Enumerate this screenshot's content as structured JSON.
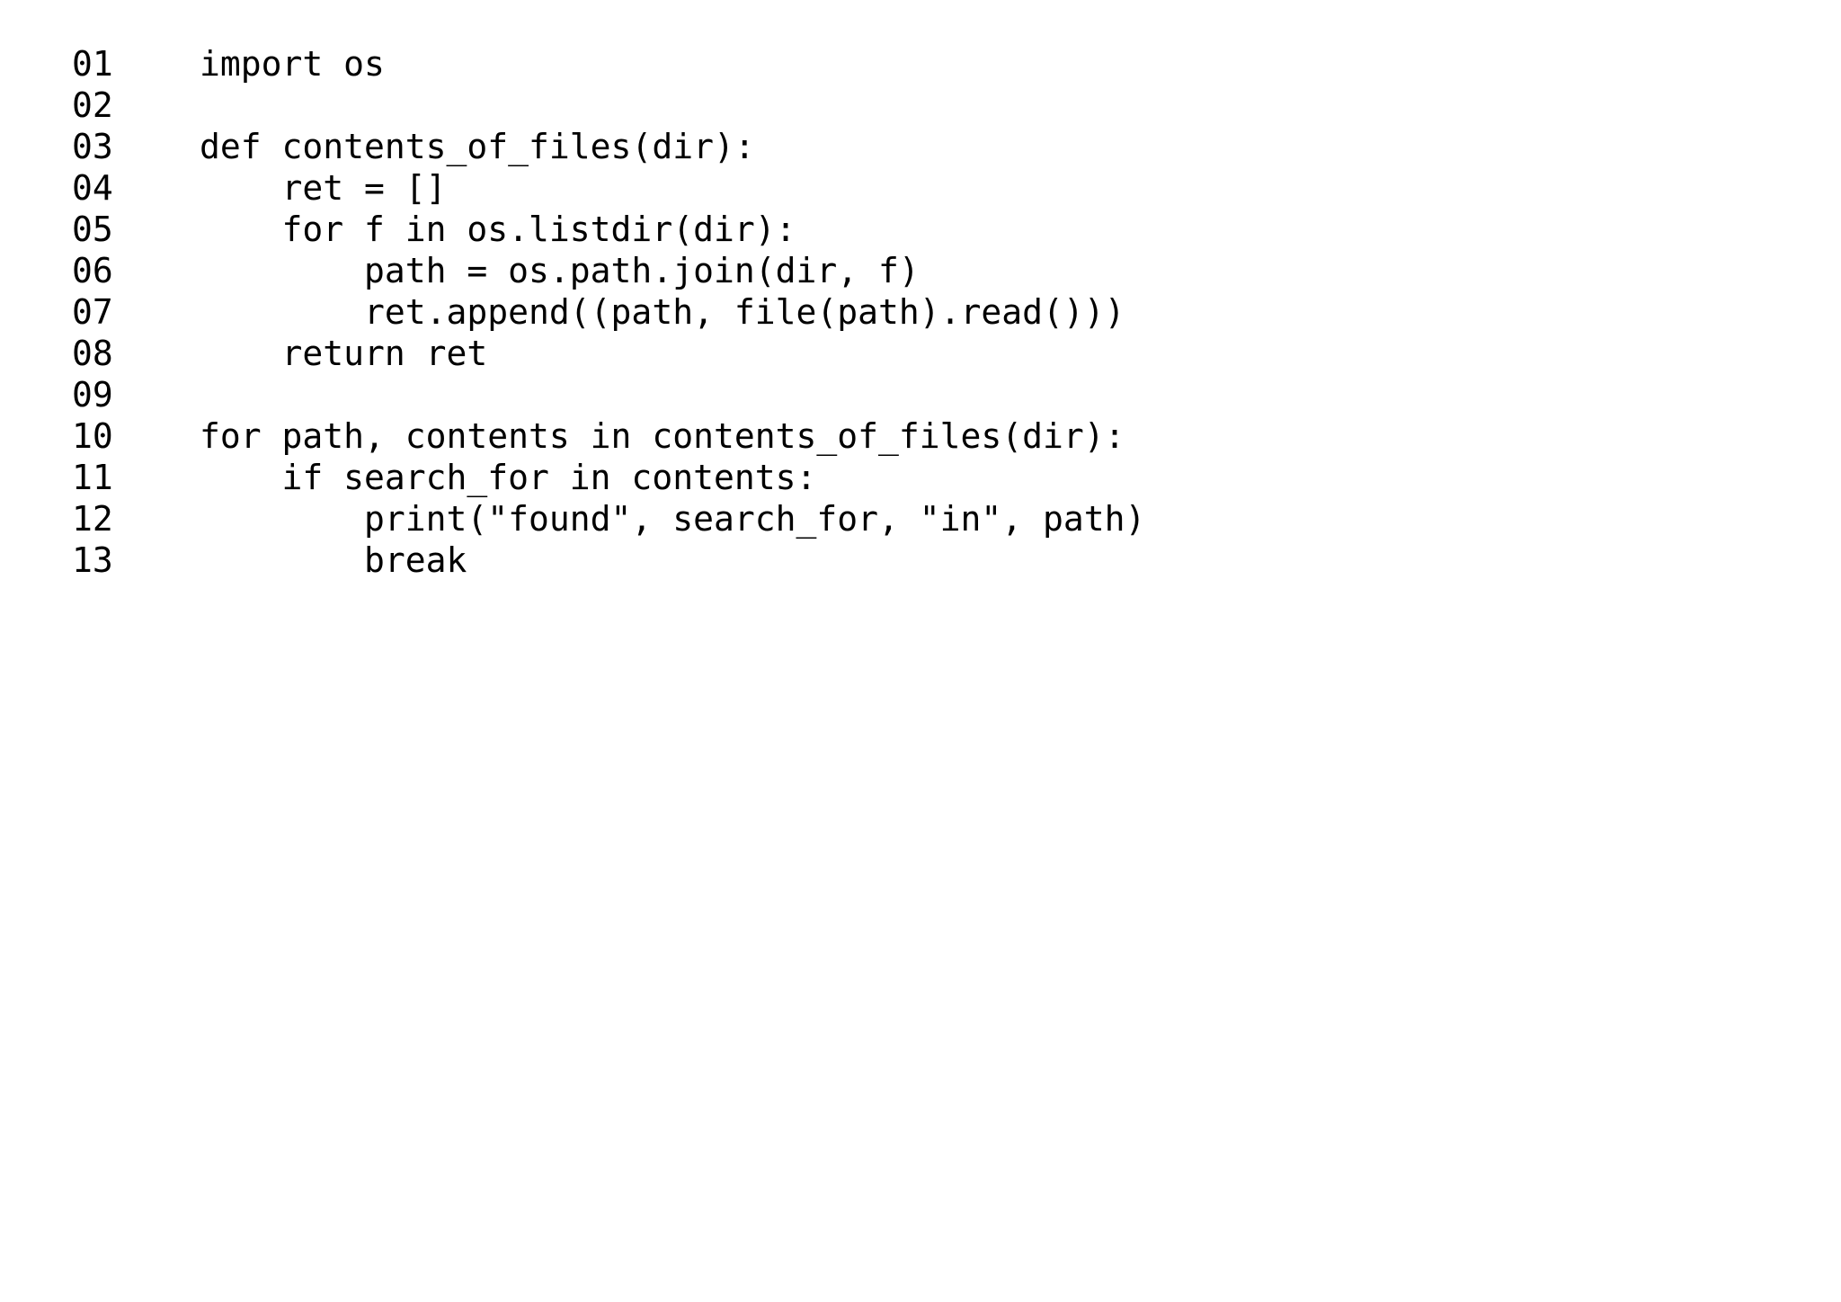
{
  "editor": {
    "background_color": "#ffffff",
    "text_color": "#000000",
    "language": "python",
    "line_count": 13,
    "lines": [
      {
        "number": "01",
        "text": "import os"
      },
      {
        "number": "02",
        "text": ""
      },
      {
        "number": "03",
        "text": "def contents_of_files(dir):"
      },
      {
        "number": "04",
        "text": "    ret = []"
      },
      {
        "number": "05",
        "text": "    for f in os.listdir(dir):"
      },
      {
        "number": "06",
        "text": "        path = os.path.join(dir, f)"
      },
      {
        "number": "07",
        "text": "        ret.append((path, file(path).read()))"
      },
      {
        "number": "08",
        "text": "    return ret"
      },
      {
        "number": "09",
        "text": ""
      },
      {
        "number": "10",
        "text": "for path, contents in contents_of_files(dir):"
      },
      {
        "number": "11",
        "text": "    if search_for in contents:"
      },
      {
        "number": "12",
        "text": "        print(\"found\", search_for, \"in\", path)"
      },
      {
        "number": "13",
        "text": "        break"
      }
    ]
  }
}
